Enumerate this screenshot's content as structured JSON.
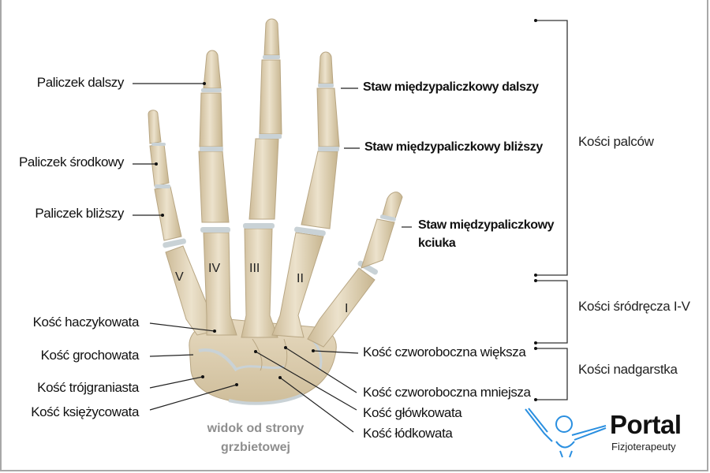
{
  "diagram": {
    "view_caption": [
      "widok od strony",
      "grzbietowej"
    ],
    "metacarpal_numerals": [
      "V",
      "IV",
      "III",
      "II",
      "I"
    ],
    "left_labels": [
      {
        "id": "paliczek-dalszy",
        "text": "Paliczek dalszy"
      },
      {
        "id": "paliczek-srodkowy",
        "text": "Paliczek środkowy"
      },
      {
        "id": "paliczek-blizszy",
        "text": "Paliczek bliższy"
      },
      {
        "id": "kosc-haczykowata",
        "text": "Kość haczykowata"
      },
      {
        "id": "kosc-grochowata",
        "text": "Kość grochowata"
      },
      {
        "id": "kosc-trojgraniasta",
        "text": "Kość trójgraniasta"
      },
      {
        "id": "kosc-ksiezycowata",
        "text": "Kość księżycowata"
      }
    ],
    "joint_labels": [
      {
        "id": "staw-dalszy",
        "text": "Staw międzypaliczkowy dalszy"
      },
      {
        "id": "staw-blizszy",
        "text": "Staw międzypaliczkowy bliższy"
      },
      {
        "id": "staw-kciuka",
        "lines": [
          "Staw międzypaliczkowy",
          "kciuka"
        ]
      }
    ],
    "right_labels": [
      {
        "id": "czworoboczna-wieksza",
        "text": "Kość czworoboczna większa"
      },
      {
        "id": "czworoboczna-mniejsza",
        "text": "Kość czworoboczna mniejsza"
      },
      {
        "id": "glowkowata",
        "text": "Kość główkowata"
      },
      {
        "id": "lodkowata",
        "text": "Kość łódkowata"
      }
    ],
    "groups": [
      {
        "id": "kosci-palcow",
        "text": "Kości palców"
      },
      {
        "id": "kosci-srodrecza",
        "text": "Kości śródręcza I-V"
      },
      {
        "id": "kosci-nadgarstka",
        "text": "Kości nadgarstka"
      }
    ]
  },
  "logo": {
    "title": "Portal",
    "subtitle": "Fizjoterapeuty",
    "figure_color": "#2a8fe0"
  },
  "colors": {
    "bone": "#e3d6bd",
    "bone_shade": "#c9b893",
    "cartilage": "#c9d2d6",
    "leader": "#222222",
    "caption": "#8e8e8e"
  }
}
